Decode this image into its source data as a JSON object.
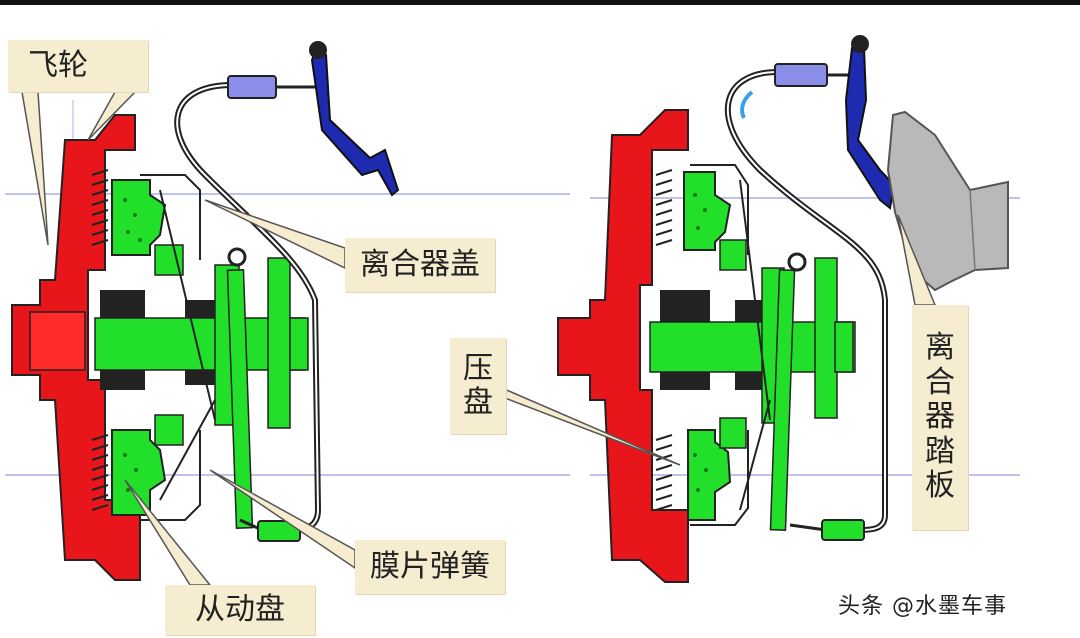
{
  "labels": {
    "flywheel": "飞轮",
    "clutch_cover": "离合器盖",
    "pressure_plate_line1": "压",
    "pressure_plate_line2": "盘",
    "diaphragm_spring": "膜片弹簧",
    "driven_disc": "从动盘",
    "clutch_pedal": [
      "离",
      "合",
      "器",
      "踏",
      "板"
    ]
  },
  "watermark": "头条 @水墨车事",
  "colors": {
    "flywheel": "#e8151b",
    "green_parts": "#22e02a",
    "pedal": "#1e2bb0",
    "cable_connector": "#8a8ee8",
    "label_bg": "#f6ecd0",
    "guide_line": "#9aa0e0"
  }
}
